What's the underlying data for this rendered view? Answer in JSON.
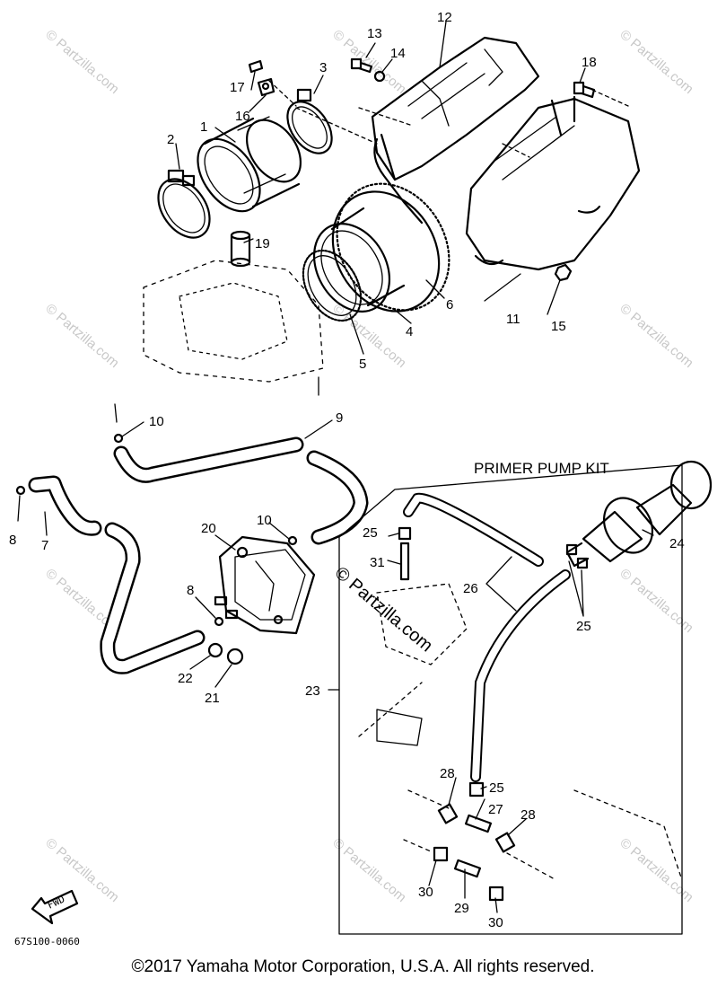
{
  "diagram": {
    "kit_label": "PRIMER PUMP KIT",
    "part_code": "67S100-0060",
    "fwd_label": "FWD",
    "callouts": [
      "1",
      "2",
      "3",
      "4",
      "5",
      "6",
      "7",
      "8",
      "8",
      "9",
      "10",
      "10",
      "11",
      "12",
      "13",
      "14",
      "15",
      "16",
      "17",
      "18",
      "19",
      "20",
      "21",
      "22",
      "23",
      "24",
      "25",
      "25",
      "25",
      "26",
      "27",
      "28",
      "28",
      "29",
      "30",
      "30",
      "31"
    ],
    "watermark": "© Partzilla.com",
    "center_watermark": "© Partzilla.com"
  },
  "footer": {
    "copyright": "©2017  Yamaha Motor Corporation, U.S.A. All rights reserved."
  }
}
